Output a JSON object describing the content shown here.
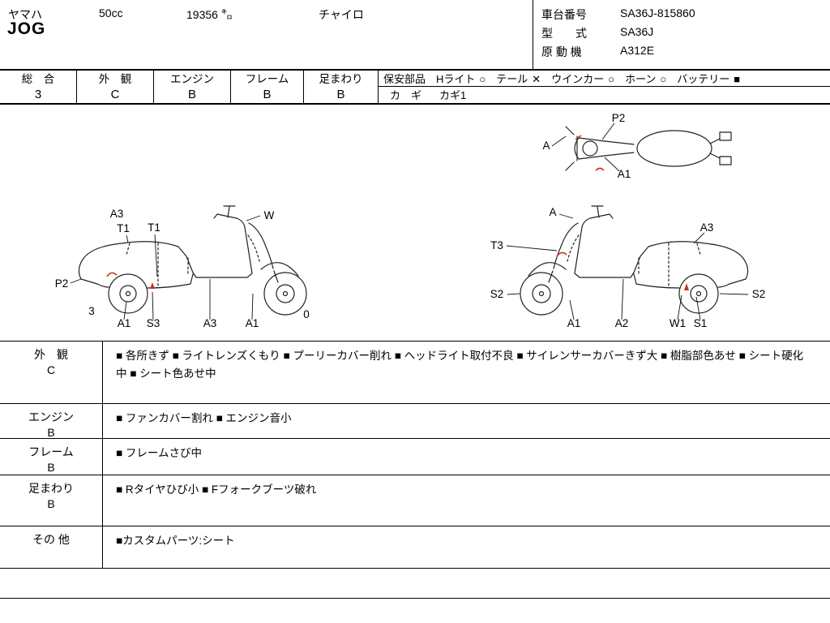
{
  "header": {
    "maker": "ヤマハ",
    "displacement": "50cc",
    "mileage_value": "19356",
    "mileage_unit": "㌔",
    "color": "チャイロ",
    "model_name": "JOG",
    "chassis_label": "車台番号",
    "chassis_value": "SA36J-815860",
    "type_label": "型　　式",
    "type_value": "SA36J",
    "engine_label": "原 動 機",
    "engine_value": "A312E"
  },
  "ratings": [
    {
      "label": "総　合",
      "grade": "3"
    },
    {
      "label": "外　観",
      "grade": "C"
    },
    {
      "label": "エンジン",
      "grade": "B"
    },
    {
      "label": "フレーム",
      "grade": "B"
    },
    {
      "label": "足まわり",
      "grade": "B"
    }
  ],
  "safety": {
    "label": "保安部品",
    "items": [
      {
        "name": "Hライト",
        "mark": "○"
      },
      {
        "name": "テール",
        "mark": "✕"
      },
      {
        "name": "ウインカー",
        "mark": "○"
      },
      {
        "name": "ホーン",
        "mark": "○"
      },
      {
        "name": "バッテリー",
        "mark": "■"
      }
    ],
    "key_label": "カ　ギ",
    "key_value": "カギ1"
  },
  "diagrams": {
    "top_view": {
      "labels": [
        "P2",
        "A",
        "A1"
      ]
    },
    "left_view": {
      "labels": [
        "A3",
        "T1",
        "T1",
        "W",
        "P2",
        "3",
        "A1",
        "S3",
        "A3",
        "A1",
        "0"
      ]
    },
    "right_view": {
      "labels": [
        "A",
        "A3",
        "T3",
        "S2",
        "S2",
        "A1",
        "A2",
        "W1",
        "S1"
      ]
    }
  },
  "comments": [
    {
      "label": "外　観",
      "grade": "C",
      "text": "■ 各所きず ■ ライトレンズくもり ■ プーリーカバー削れ ■ ヘッドライト取付不良 ■ サイレンサーカバーきず大 ■ 樹脂部色あせ ■ シート硬化中 ■ シート色あせ中"
    },
    {
      "label": "エンジン",
      "grade": "B",
      "text": "■ ファンカバー割れ ■ エンジン音小"
    },
    {
      "label": "フレーム",
      "grade": "B",
      "text": "■ フレームさび中"
    },
    {
      "label": "足まわり",
      "grade": "B",
      "text": "■ Rタイヤひび小 ■ Fフォークブーツ破れ"
    },
    {
      "label": "その 他",
      "grade": "",
      "text": "■カスタムパーツ:シート"
    }
  ]
}
